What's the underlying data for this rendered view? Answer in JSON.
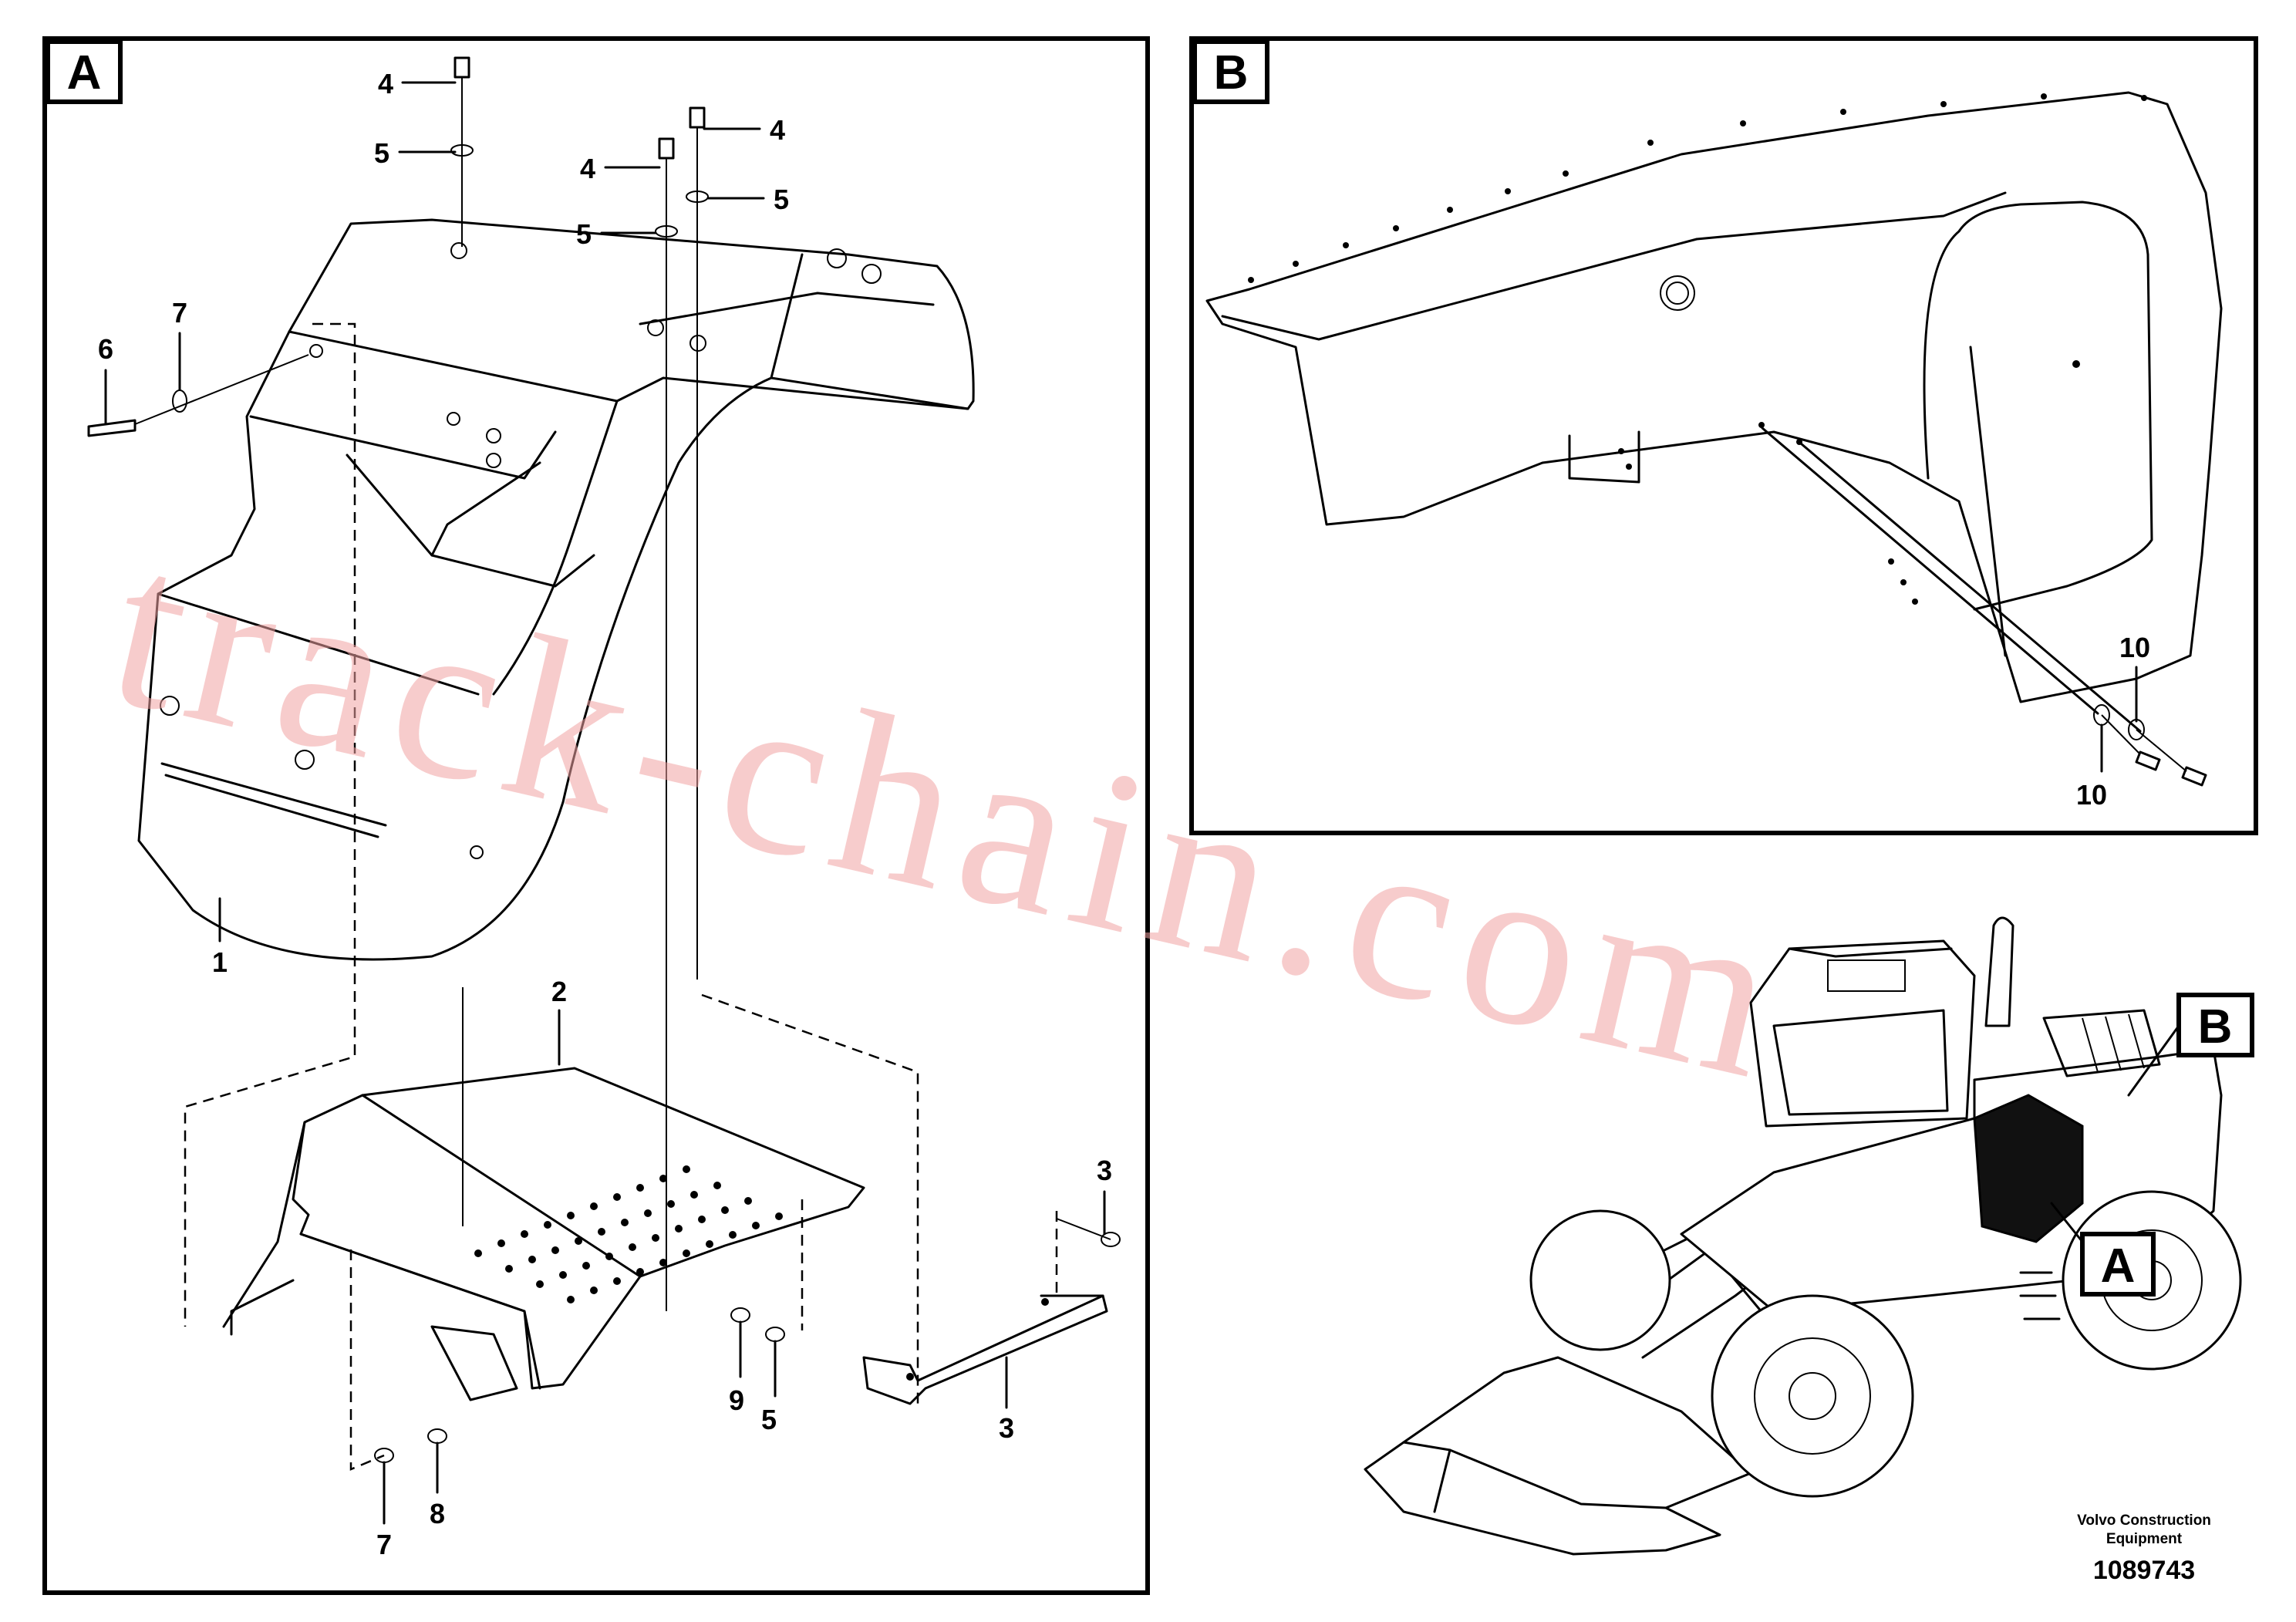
{
  "panels": {
    "a": {
      "label": "A"
    },
    "b": {
      "label": "B"
    }
  },
  "callouts": {
    "a_4_left": "4",
    "a_5_left": "5",
    "a_4_mid": "4",
    "a_5_mid": "5",
    "a_4_right": "4",
    "a_5_right": "5",
    "a_7_top": "7",
    "a_6": "6",
    "a_1": "1",
    "a_2": "2",
    "a_3_right": "3",
    "a_3_bottom": "3",
    "a_9": "9",
    "a_5_bottom": "5",
    "a_7_bottom": "7",
    "a_8": "8",
    "b_10_top": "10",
    "b_10_bottom": "10"
  },
  "overview": {
    "label_b": "B",
    "label_a": "A"
  },
  "footer": {
    "company_line1": "Volvo Construction",
    "company_line2": "Equipment",
    "drawing_number": "1089743"
  },
  "watermark": "track-chain.com"
}
